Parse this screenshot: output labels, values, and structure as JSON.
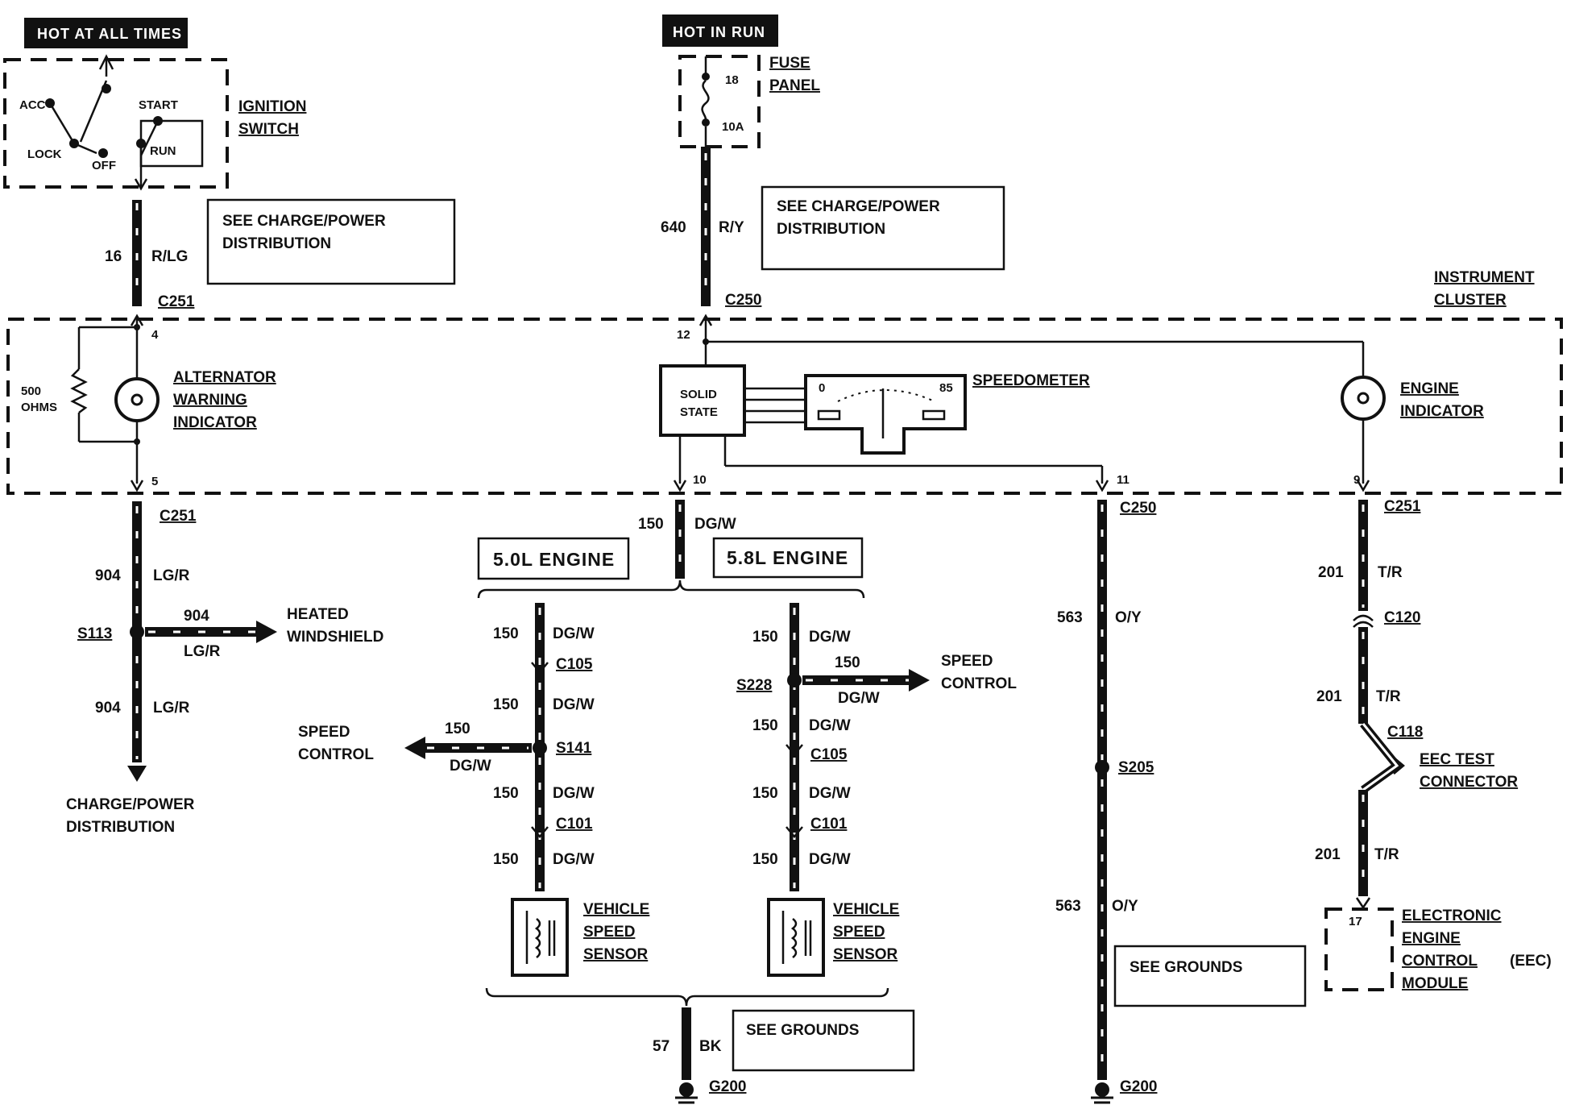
{
  "labels": {
    "hot_all_times": "HOT AT ALL TIMES",
    "hot_in_run": "HOT IN RUN",
    "ignition_1": "IGNITION",
    "ignition_2": "SWITCH",
    "acc": "ACC",
    "start": "START",
    "lock": "LOCK",
    "off": "OFF",
    "run": "RUN",
    "fuse_1": "FUSE",
    "fuse_2": "PANEL",
    "fuse_num": "18",
    "fuse_amp": "10A",
    "see_charge_1": "SEE CHARGE/POWER",
    "see_charge_2": "DISTRIBUTION",
    "instrument_1": "INSTRUMENT",
    "instrument_2": "CLUSTER",
    "ohms_1": "500",
    "ohms_2": "OHMS",
    "alt_1": "ALTERNATOR",
    "alt_2": "WARNING",
    "alt_3": "INDICATOR",
    "solid_1": "SOLID",
    "solid_2": "STATE",
    "speedo": "SPEEDOMETER",
    "speedo_min": "0",
    "speedo_max": "85",
    "engine_ind_1": "ENGINE",
    "engine_ind_2": "INDICATOR",
    "heated_1": "HEATED",
    "heated_2": "WINDSHIELD",
    "charge_1": "CHARGE/POWER",
    "charge_2": "DISTRIBUTION",
    "engine50": "5.0L ENGINE",
    "engine58": "5.8L ENGINE",
    "speed_ctrl_1": "SPEED",
    "speed_ctrl_2": "CONTROL",
    "vss_1": "VEHICLE",
    "vss_2": "SPEED",
    "vss_3": "SENSOR",
    "see_grounds": "SEE GROUNDS",
    "eec_test_1": "EEC TEST",
    "eec_test_2": "CONNECTOR",
    "eec_1": "ELECTRONIC",
    "eec_2": "ENGINE",
    "eec_3": "CONTROL",
    "eec_3b": "(EEC)",
    "eec_4": "MODULE"
  },
  "connectors": {
    "c251": "C251",
    "c250": "C250",
    "c120": "C120",
    "c118": "C118",
    "c105": "C105",
    "c101": "C101",
    "g200": "G200"
  },
  "splices": {
    "s113": "S113",
    "s141": "S141",
    "s228": "S228",
    "s205": "S205"
  },
  "pins": {
    "p4": "4",
    "p5": "5",
    "p12": "12",
    "p10": "10",
    "p11": "11",
    "p9": "9",
    "p17": "17"
  },
  "wires": {
    "w16": "16",
    "rlg": "R/LG",
    "w640": "640",
    "ry": "R/Y",
    "w904": "904",
    "lgr": "LG/R",
    "w150": "150",
    "dgw": "DG/W",
    "w563": "563",
    "oy": "O/Y",
    "w201": "201",
    "tr": "T/R",
    "w57": "57",
    "bk": "BK"
  }
}
